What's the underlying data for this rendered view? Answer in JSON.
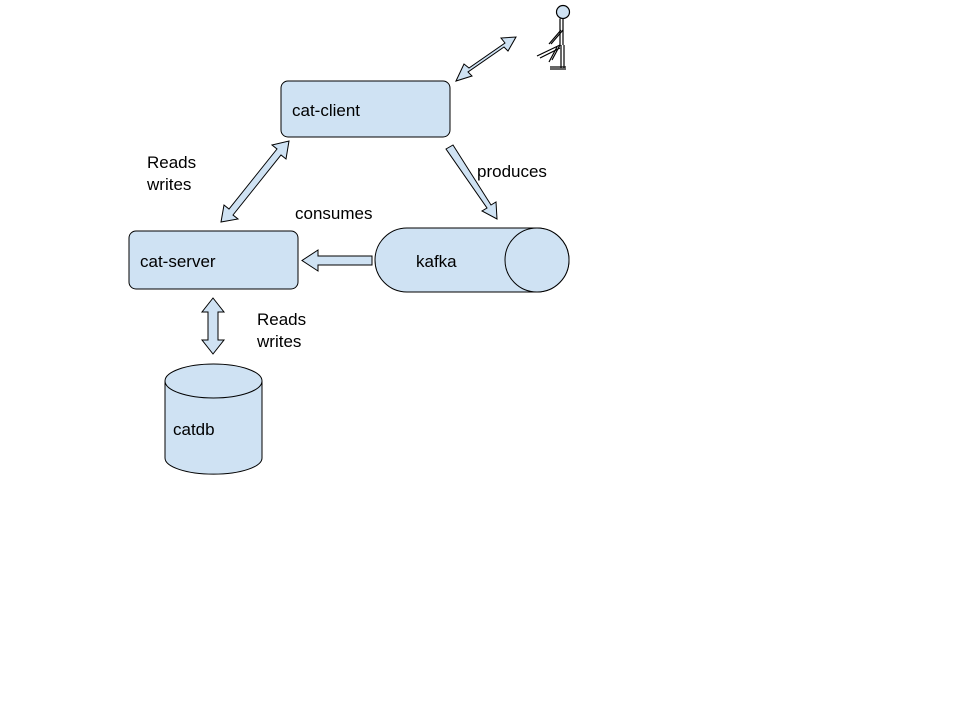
{
  "nodes": {
    "cat_client": "cat-client",
    "cat_server": "cat-server",
    "kafka": "kafka",
    "catdb": "catdb"
  },
  "edge_labels": {
    "client_server_line1": "Reads",
    "client_server_line2": "writes",
    "server_db_line1": "Reads",
    "server_db_line2": "writes",
    "produces": "produces",
    "consumes": "consumes"
  },
  "colors": {
    "shape_fill": "#cfe2f3",
    "stroke": "#000000",
    "background": "#ffffff"
  }
}
